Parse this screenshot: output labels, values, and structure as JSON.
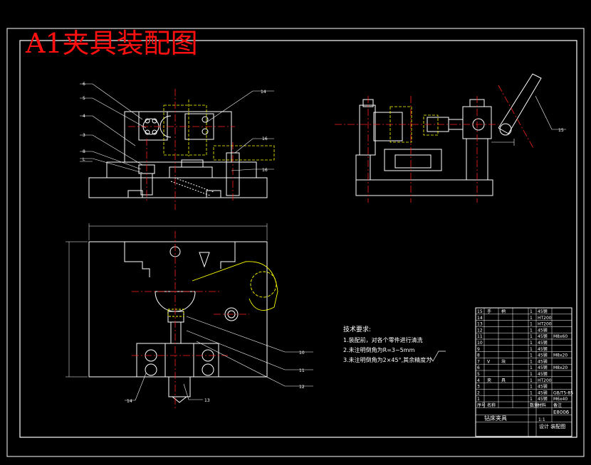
{
  "title": "A1夹具装配图",
  "callouts": [
    "6",
    "5",
    "4",
    "3",
    "8",
    "L",
    "14",
    "16",
    "16",
    "15",
    "10",
    "11",
    "12",
    "14",
    "13"
  ],
  "tech_notes": {
    "heading": "技术要求:",
    "items": [
      "1.装配前，对各个零件进行清洗",
      "2.未注明倒角为R=3~5mm",
      "3.未注明倒角为2×45°,其余精度为"
    ]
  },
  "bom_rows": [
    [
      "15",
      "手",
      "柄",
      "1",
      "45钢",
      ""
    ],
    [
      "14",
      "",
      "",
      "1",
      "HT200",
      ""
    ],
    [
      "13",
      "",
      "",
      "1",
      "HT200",
      ""
    ],
    [
      "12",
      "",
      "",
      "1",
      "45钢",
      ""
    ],
    [
      "11",
      "",
      "",
      "1",
      "45钢",
      "M8x60"
    ],
    [
      "10",
      "",
      "",
      "1",
      "45钢",
      ""
    ],
    [
      "9",
      "",
      "",
      "1",
      "45钢",
      ""
    ],
    [
      "8",
      "",
      "",
      "1",
      "45钢",
      "M8x20"
    ],
    [
      "7",
      "V",
      "块",
      "1",
      "45钢",
      ""
    ],
    [
      "6",
      "",
      "",
      "1",
      "45钢",
      "M8x20"
    ],
    [
      "5",
      "",
      "",
      "1",
      "45钢",
      ""
    ],
    [
      "4",
      "夹",
      "具",
      "1",
      "HT200",
      ""
    ],
    [
      "3",
      "",
      "",
      "1",
      "45钢",
      ""
    ],
    [
      "2",
      "",
      "",
      "1",
      "45钢",
      "GB/T5-85"
    ],
    [
      "1",
      "",
      "",
      "1",
      "45钢",
      "M6x40"
    ]
  ],
  "bom_header": [
    "序号",
    "名称",
    "",
    "数量",
    "材料",
    "备注"
  ],
  "title_block": {
    "name": "钻床夹具",
    "drawing_no": "E8006",
    "scale": "1:1",
    "school": "设计 装配图"
  },
  "colors": {
    "background": "#000000",
    "line": "#ffffff",
    "center_line": "#ff2020",
    "hidden_line": "#ffff00",
    "title": "#ff1010"
  }
}
